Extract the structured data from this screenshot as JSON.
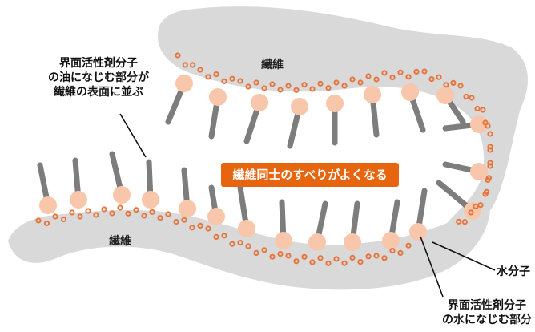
{
  "fiber_labels": {
    "upper": "繊維",
    "lower": "繊維"
  },
  "callout": "繊維同士のすべりがよくなる",
  "oil_part_label": [
    "界面活性剤分子",
    "の油になじむ部分が",
    "繊維の表面に並ぶ"
  ],
  "water_molecule_label": "水分子",
  "water_part_label": [
    "界面活性剤分子",
    "の水になじむ部分"
  ],
  "colors": {
    "fiber": "#d9d9d9",
    "head": "#f8c6aa",
    "tail": "#7d7d7d",
    "water_ring": "#e8743b",
    "callout_bg": "#e8650f"
  }
}
